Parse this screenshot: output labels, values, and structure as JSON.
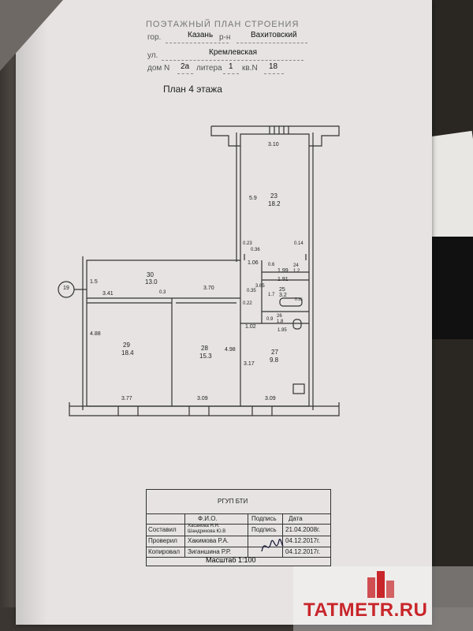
{
  "header": {
    "title": "ПОЭТАЖНЫЙ ПЛАН СТРОЕНИЯ",
    "gor_label": "гор.",
    "gor_value": "Казань",
    "rn_label": "р-н",
    "rn_value": "Вахитовский",
    "ul_label": "ул.",
    "ul_value": "Кремлевская",
    "dom_label": "дом N",
    "dom_value": "2а",
    "litera_label": "литера",
    "litera_value": "1",
    "kv_label": "кв.N",
    "kv_value": "18"
  },
  "plan_title": "План 4 этажа",
  "rooms": [
    {
      "id": "23",
      "area": "18.2"
    },
    {
      "id": "24",
      "area": "1.2"
    },
    {
      "id": "25",
      "area": "3.2"
    },
    {
      "id": "26",
      "area": "1.8"
    },
    {
      "id": "27",
      "area": "9.8"
    },
    {
      "id": "28",
      "area": "15.3"
    },
    {
      "id": "29",
      "area": "18.4"
    },
    {
      "id": "30",
      "area": "13.0"
    }
  ],
  "dimensions": {
    "d310": "3.10",
    "d59": "5.9",
    "d023": "0.23",
    "d014": "0.14",
    "d036": "0.36",
    "d106": "1.06",
    "d06": "0.6",
    "d199": "1.99",
    "d191": "1.91",
    "d15": "1.5",
    "d341": "3.41",
    "d03": "0.3",
    "d370": "3.70",
    "d035": "0.35",
    "d365": "3.65",
    "d022": "0.22",
    "d17": "1.7",
    "d015": "0.15",
    "d09": "0.9",
    "d102": "1.02",
    "d195": "1.95",
    "d488": "4.88",
    "d498": "4.98",
    "d317": "3.17",
    "d377": "3.77",
    "d309a": "3.09",
    "d309b": "3.09",
    "axis": "19"
  },
  "stamp": {
    "org": "РГУП БТИ",
    "col_fio": "Ф.И.О.",
    "col_sign": "Подпись",
    "col_date": "Дата",
    "r1_role": "Составил",
    "r1_name1": "Хасанова Н.Н.",
    "r1_name2": "Шандрикова Ю.В",
    "r1_sign": "Подпись",
    "r1_date": "21.04.2008г.",
    "r2_role": "Проверил",
    "r2_name": "Хакимова Р.А.",
    "r2_date": "04.12.2017г.",
    "r3_role": "Копировал",
    "r3_name": "Зиганшина Р.Р.",
    "r3_date": "04.12.2017г.",
    "scale": "Масштаб 1:100"
  },
  "watermark": "TATMETR.RU",
  "colors": {
    "paper": "#e6e3e2",
    "line": "#333333",
    "brand": "#c8262b"
  }
}
